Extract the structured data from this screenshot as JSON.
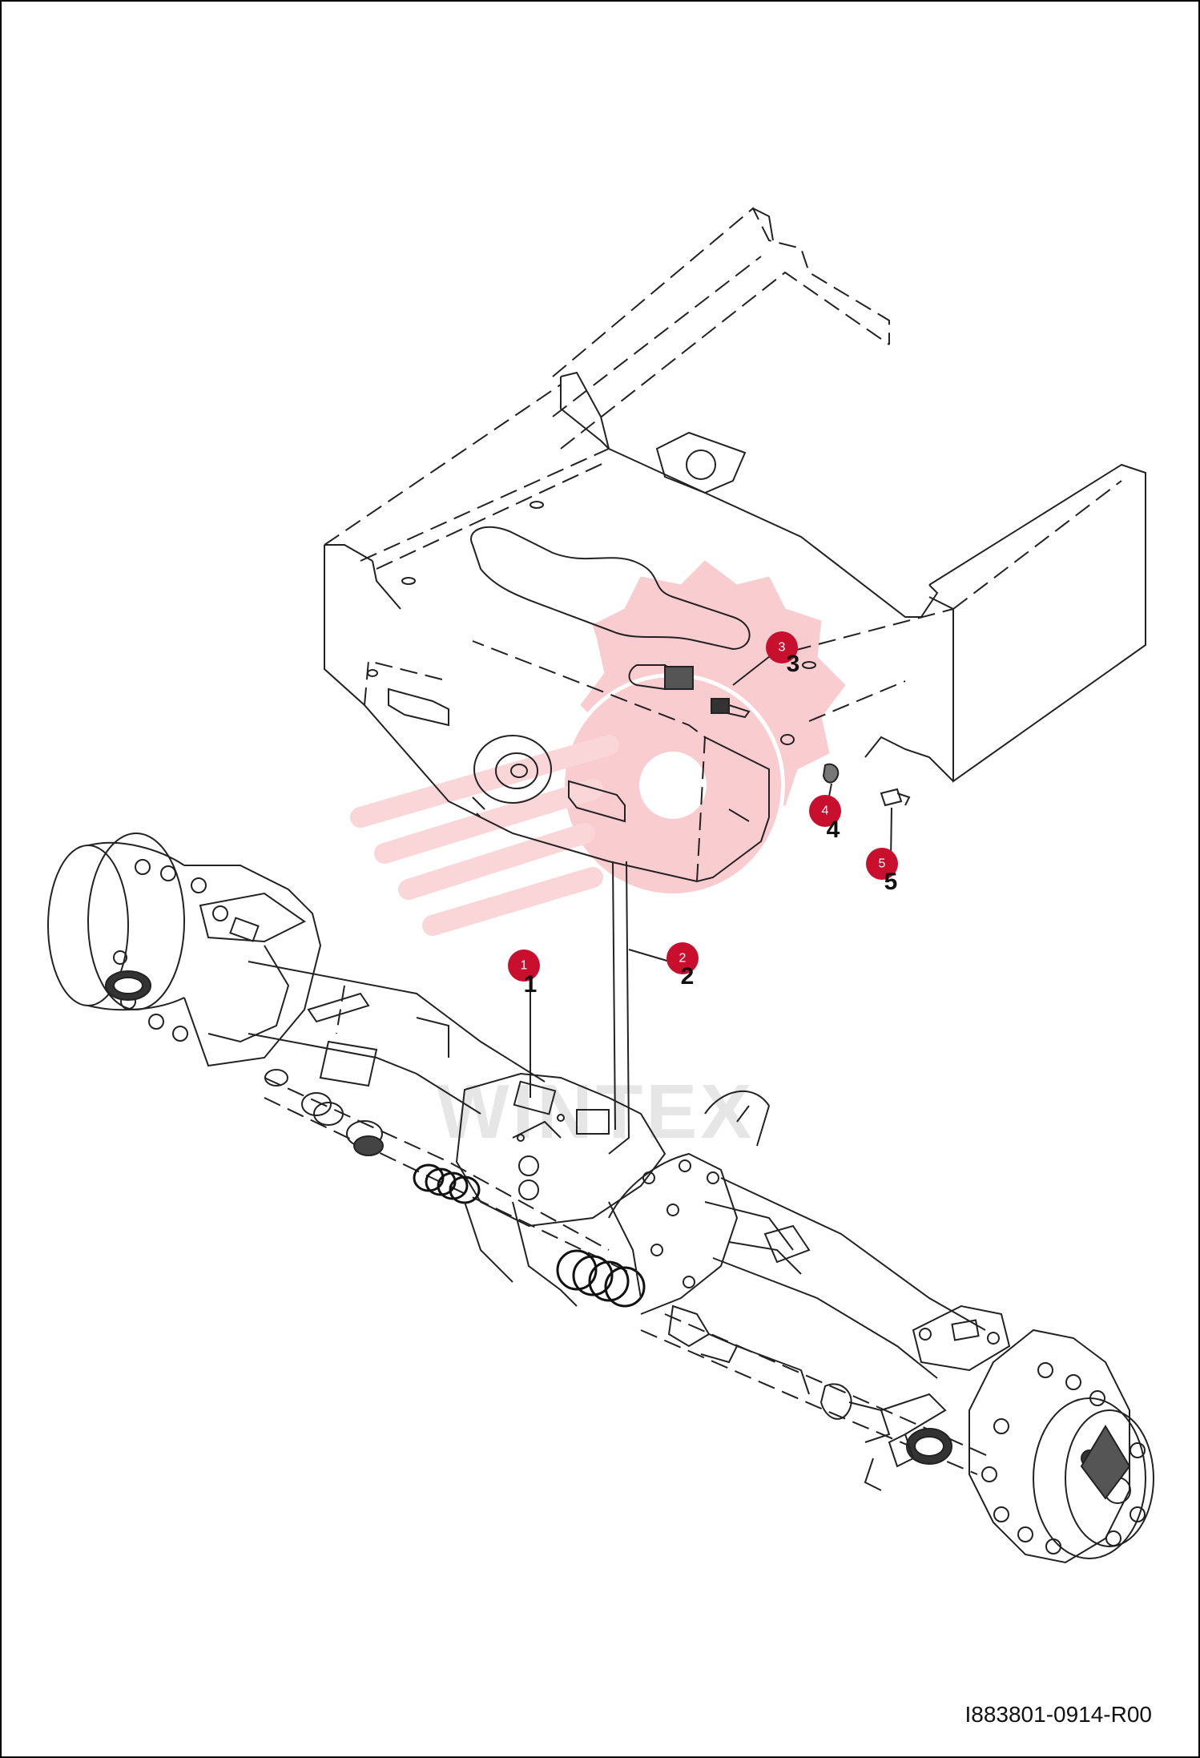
{
  "watermark": {
    "text": "WINTEX",
    "color": "#f5a3a8"
  },
  "callout_color": "#c8102e",
  "callouts": [
    {
      "label": "1"
    },
    {
      "label": "2"
    },
    {
      "label": "3"
    },
    {
      "label": "4"
    },
    {
      "label": "5"
    }
  ],
  "drawing_code": "I883801-0914-R00"
}
